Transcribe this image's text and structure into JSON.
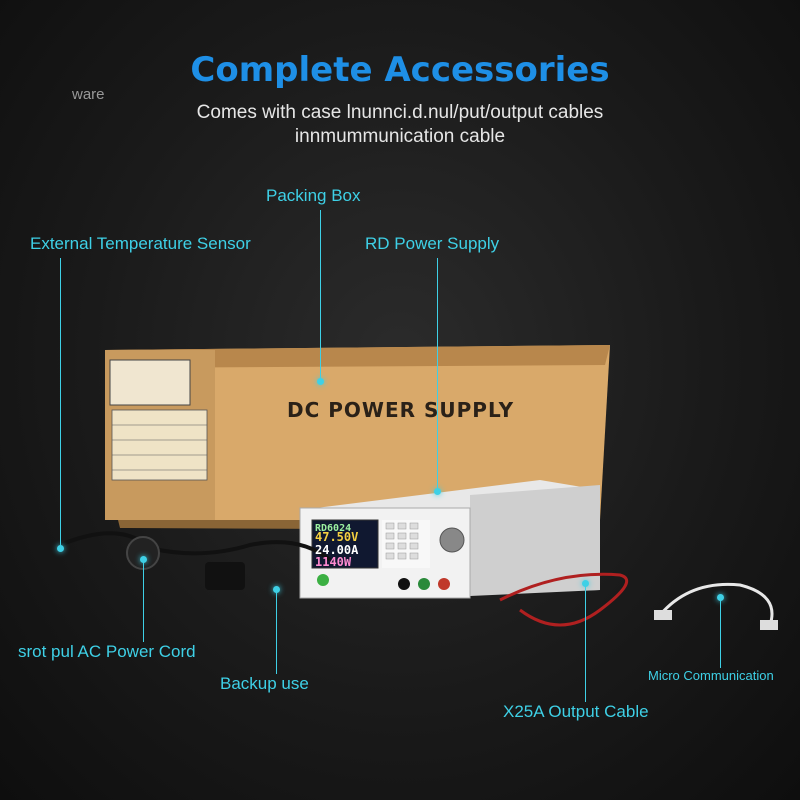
{
  "header": {
    "title": "Complete Accessories",
    "subtitle_line1": "Comes with case  lnunnci.d.nul/put/output cables",
    "subtitle_line2": "innmummunication cable",
    "corner_left": "ware"
  },
  "labels": {
    "packing_box": "Packing Box",
    "external_sensor": "External Temperature Sensor",
    "rd_power_supply": "RD Power Supply",
    "ac_cord": "srot pul AC Power Cord",
    "backup_fuse": "Backup use",
    "output_cable": "X25A Output Cable",
    "micro_cable": "Micro Communication"
  },
  "box": {
    "front_text": "DC POWER SUPPLY"
  },
  "device": {
    "model": "RD6024",
    "voltage": "47.50V",
    "current": "24.00A",
    "power": "1140W"
  },
  "colors": {
    "accent": "#3ed0e6",
    "title": "#1e8fe6",
    "box": "#d8a868"
  }
}
